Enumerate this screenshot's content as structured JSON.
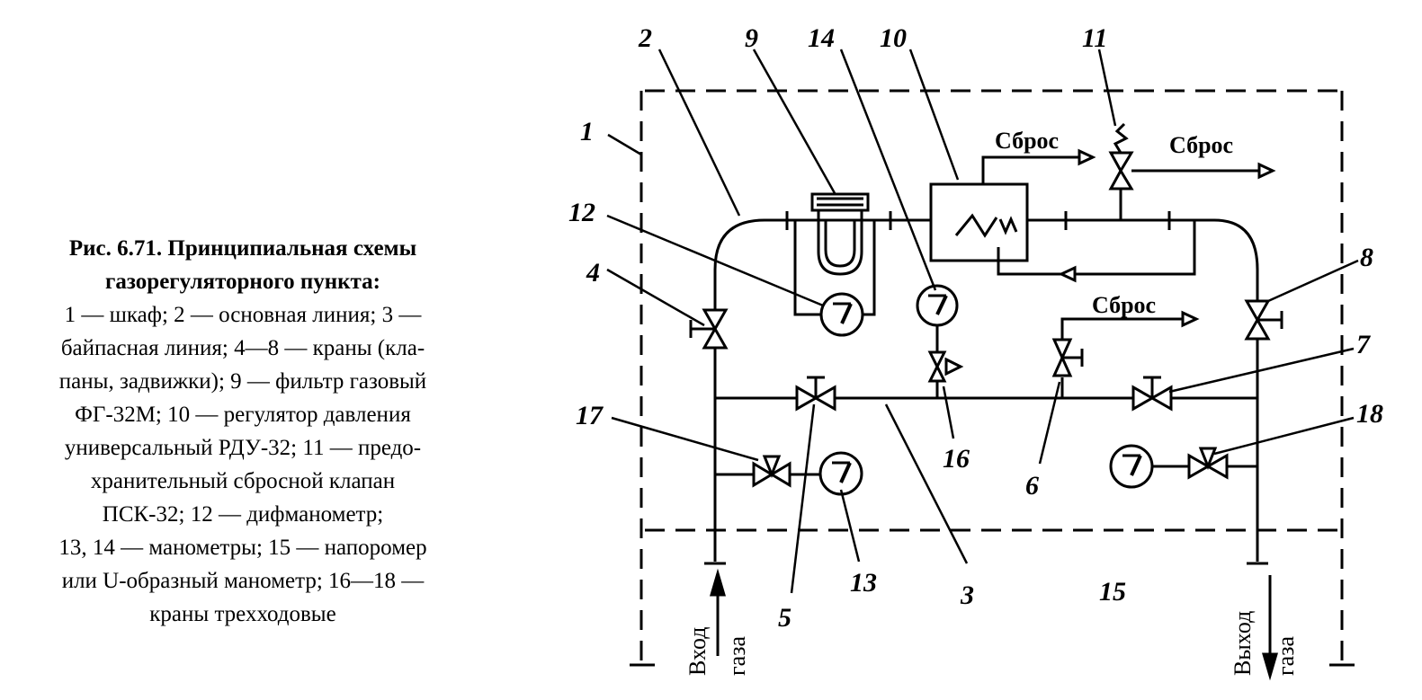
{
  "caption": {
    "title_line1": "Рис. 6.71. Принципиальная схемы",
    "title_line2": "газорегуляторного пункта:",
    "lines": [
      "1 — шкаф; 2 — основная линия; 3 —",
      "байпасная линия; 4—8 — краны (кла-",
      "паны, задвижки); 9 — фильтр газовый",
      "ФГ-32М; 10 — регулятор давления",
      "универсальный РДУ-32; 11 — предо-",
      "хранительный сбросной клапан",
      "ПСК-32; 12 — дифманометр;",
      "13, 14 — манометры; 15 — напоромер",
      "или U-образный манометр; 16—18 —",
      "краны трехходовые"
    ]
  },
  "diagram": {
    "numbers": [
      "1",
      "2",
      "3",
      "4",
      "5",
      "6",
      "7",
      "8",
      "9",
      "10",
      "11",
      "12",
      "13",
      "14",
      "15",
      "16",
      "17",
      "18"
    ],
    "discharge_label": "Сброс",
    "inlet_word1": "Вход",
    "inlet_word2": "газа",
    "outlet_word1": "Выход",
    "outlet_word2": "газа"
  }
}
